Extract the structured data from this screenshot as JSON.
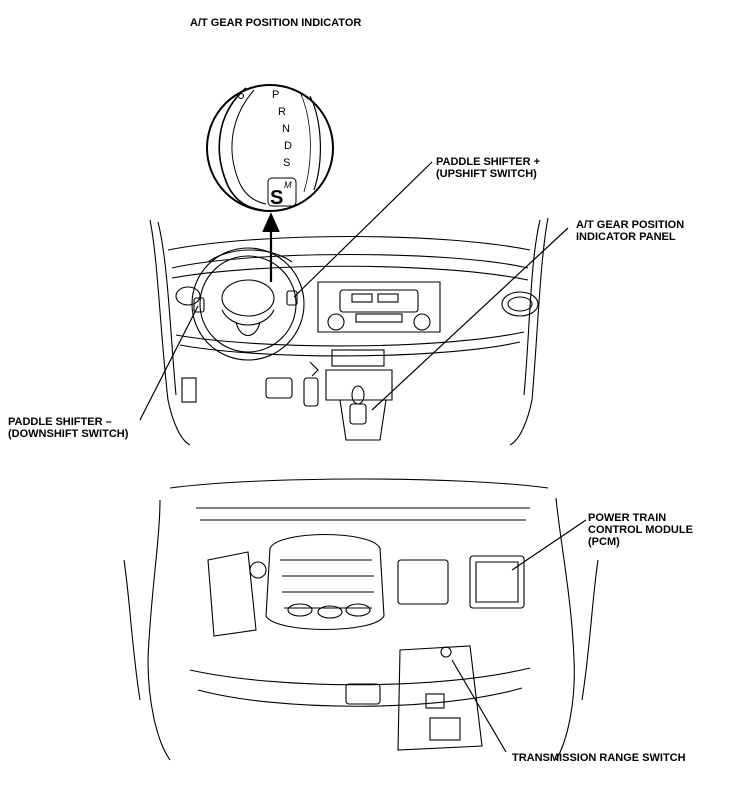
{
  "title": "A/T GEAR POSITION INDICATOR",
  "indicator": {
    "positions": [
      "P",
      "R",
      "N",
      "D",
      "S"
    ],
    "manual_mark": "M",
    "sequential_mark": "S"
  },
  "labels": {
    "paddle_upshift": [
      "PADDLE SHIFTER +",
      "(UPSHIFT SWITCH)"
    ],
    "indicator_panel": [
      "A/T GEAR POSITION",
      "INDICATOR PANEL"
    ],
    "paddle_downshift": [
      "PADDLE SHIFTER –",
      "(DOWNSHIFT SWITCH)"
    ],
    "pcm": [
      "POWER TRAIN",
      "CONTROL MODULE",
      "(PCM)"
    ],
    "range_switch": [
      "TRANSMISSION RANGE SWITCH"
    ]
  }
}
